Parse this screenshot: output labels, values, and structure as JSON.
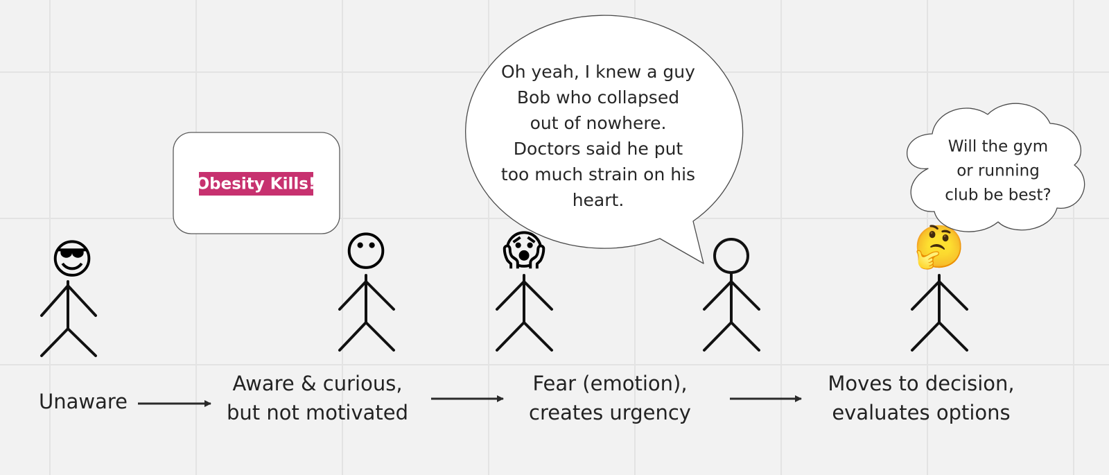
{
  "stages": [
    {
      "label_lines": [
        "Unaware"
      ],
      "emoji": "😎",
      "emoji_name": "sunglasses-face-icon"
    },
    {
      "label_lines": [
        "Aware & curious,",
        "but not motivated"
      ],
      "emoji": "😶",
      "emoji_name": "no-mouth-face-icon"
    },
    {
      "label_lines": [
        "Fear (emotion),",
        "creates urgency"
      ],
      "emoji": "😱",
      "emoji_name": "screaming-face-icon"
    },
    {
      "label_lines": [
        "Moves to decision,",
        "evaluates options"
      ],
      "emoji": "🤔",
      "emoji_name": "thinking-face-icon"
    }
  ],
  "billboard": {
    "text": "Obesity Kills!",
    "highlight_color": "#c7316f"
  },
  "speech_bubble": {
    "lines": [
      "Oh yeah, I knew a guy",
      "Bob who collapsed",
      "out of nowhere.",
      "Doctors said he put",
      "too much strain on his",
      "heart."
    ]
  },
  "thought_bubble": {
    "lines": [
      "Will the gym",
      "or running",
      "club be best?"
    ]
  },
  "colors": {
    "background": "#f2f2f2",
    "grid": "#e3e3e3",
    "stroke": "#111111"
  }
}
